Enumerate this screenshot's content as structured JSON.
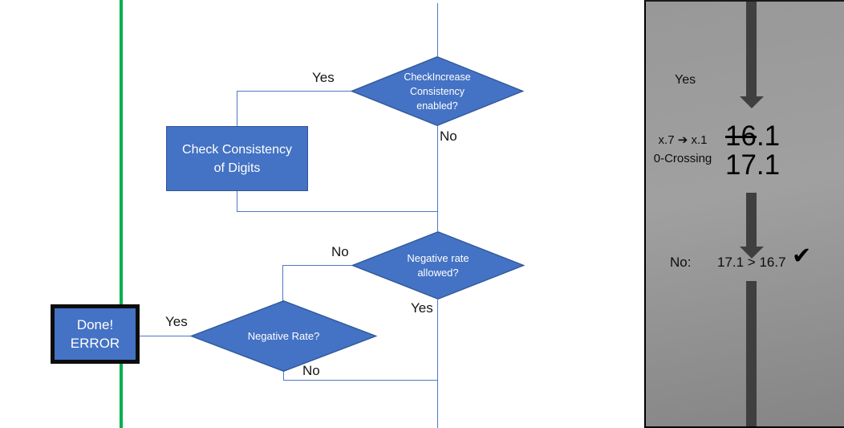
{
  "colors": {
    "shape_fill": "#4472C4",
    "shape_border": "#2F5597",
    "connector_blue": "#4D79C5",
    "green_line": "#00B050",
    "panel_gray": "#989898",
    "arrow_gray": "#3F3F3F",
    "terminal_border": "#0D0D0D"
  },
  "flowchart": {
    "decision_check_increase": {
      "line1": "CheckIncrease",
      "line2": "Consistency",
      "line3": "enabled?"
    },
    "process_check_consistency": {
      "line1": "Check Consistency",
      "line2": "of Digits"
    },
    "decision_negative_rate_allowed": {
      "line1": "Negative rate",
      "line2": "allowed?"
    },
    "decision_negative_rate": {
      "line1": "Negative Rate?"
    },
    "terminal_done_error": {
      "line1": "Done!",
      "line2": "ERROR"
    },
    "labels": {
      "yes_top": "Yes",
      "no_top": "No",
      "no_mid": "No",
      "yes_mid": "Yes",
      "yes_done": "Yes",
      "no_bottom": "No"
    }
  },
  "side_panel": {
    "yes_label": "Yes",
    "rule_line1": "x.7 ➔ x.1",
    "rule_line2": "0-Crossing",
    "value_old_struck": "16",
    "value_old_rest": ".1",
    "value_new": "17.1",
    "result_label": "No:",
    "result_comparison": "17.1 > 16.7",
    "checkmark": "✔"
  }
}
